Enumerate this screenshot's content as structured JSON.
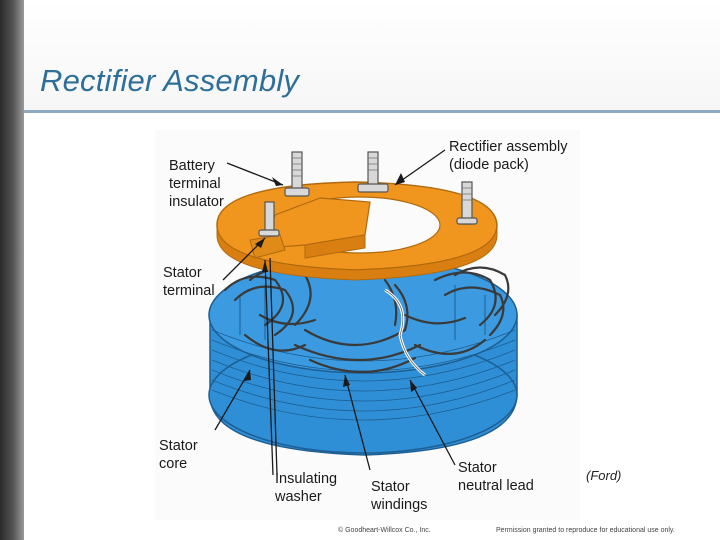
{
  "slide": {
    "title": "Rectifier Assembly",
    "credit": "(Ford)",
    "footer_copyright": "© Goodheart-Willcox Co., Inc.",
    "footer_permission": "Permission granted to reproduce for educational use only."
  },
  "figure": {
    "labels": {
      "battery_terminal_insulator": [
        "Battery",
        "terminal",
        "insulator"
      ],
      "rectifier_assembly": [
        "Rectifier assembly",
        "(diode pack)"
      ],
      "stator_terminal": [
        "Stator",
        "terminal"
      ],
      "stator_core": [
        "Stator",
        "core"
      ],
      "insulating_washer": [
        "Insulating",
        "washer"
      ],
      "stator_windings": [
        "Stator",
        "windings"
      ],
      "stator_neutral_lead": [
        "Stator",
        "neutral lead"
      ]
    },
    "colors": {
      "rectifier_orange": "#f0961f",
      "stator_blue": "#2f8fd6",
      "winding_dark": "#3a3a3a"
    }
  }
}
